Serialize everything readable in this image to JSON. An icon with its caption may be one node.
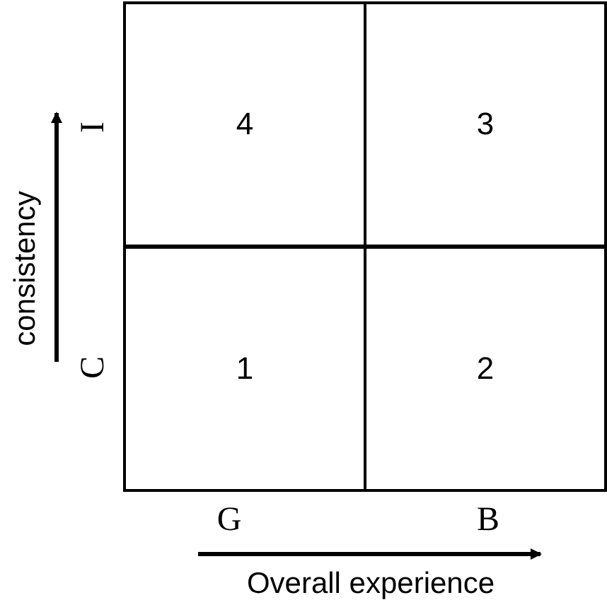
{
  "diagram": {
    "nodes": [
      {
        "text": [
          "4"
        ]
      },
      {
        "text": [
          "3"
        ]
      },
      {
        "text": [
          "1"
        ]
      },
      {
        "text": [
          "2"
        ]
      }
    ],
    "labels": [
      "I",
      "C",
      "consistency",
      "G",
      "B",
      "Overall experience"
    ]
  }
}
